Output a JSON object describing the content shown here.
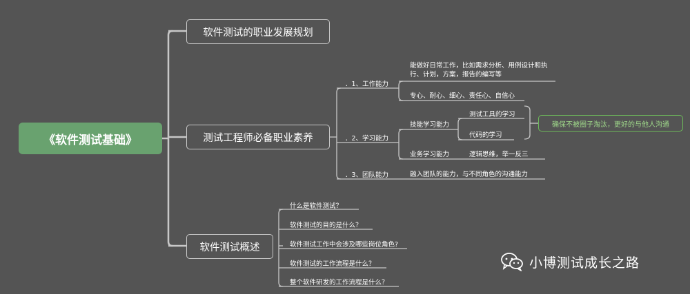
{
  "root": "《软件测试基础》",
  "branches": {
    "career": "软件测试的职业发展规划",
    "qualities": "测试工程师必备职业素养",
    "overview": "软件测试概述"
  },
  "qualities": {
    "work": {
      "label": "．1、工作能力",
      "items": [
        "能做好日常工作，比如需求分析、用例设计和执行、计划，方案，报告的编写等",
        "专心、耐心、细心、责任心、自信心"
      ]
    },
    "learning": {
      "label": "．2、学习能力",
      "tech": {
        "label": "技能学习能力",
        "items": [
          "测试工具的学习",
          "代码的学习"
        ],
        "callout": "确保不被圈子淘汰，更好的与他人沟通"
      },
      "business": {
        "label": "业务学习能力",
        "item": "逻辑思维，举一反三"
      }
    },
    "team": {
      "label": "．3、团队能力",
      "item": "融入团队的能力，与不同角色的沟通能力"
    }
  },
  "overview_items": [
    "什么是软件测试？",
    "软件测试的目的是什么？",
    "软件测试工作中会涉及哪些岗位角色?",
    "软件测试的工作流程是什么？",
    "整个软件研发的工作流程是什么？"
  ],
  "watermark": "小博测试成长之路",
  "colors": {
    "background": "#545454",
    "root_fill": "#69a26f",
    "callout": "#6dba5a",
    "lines": "#c8c8c8"
  }
}
